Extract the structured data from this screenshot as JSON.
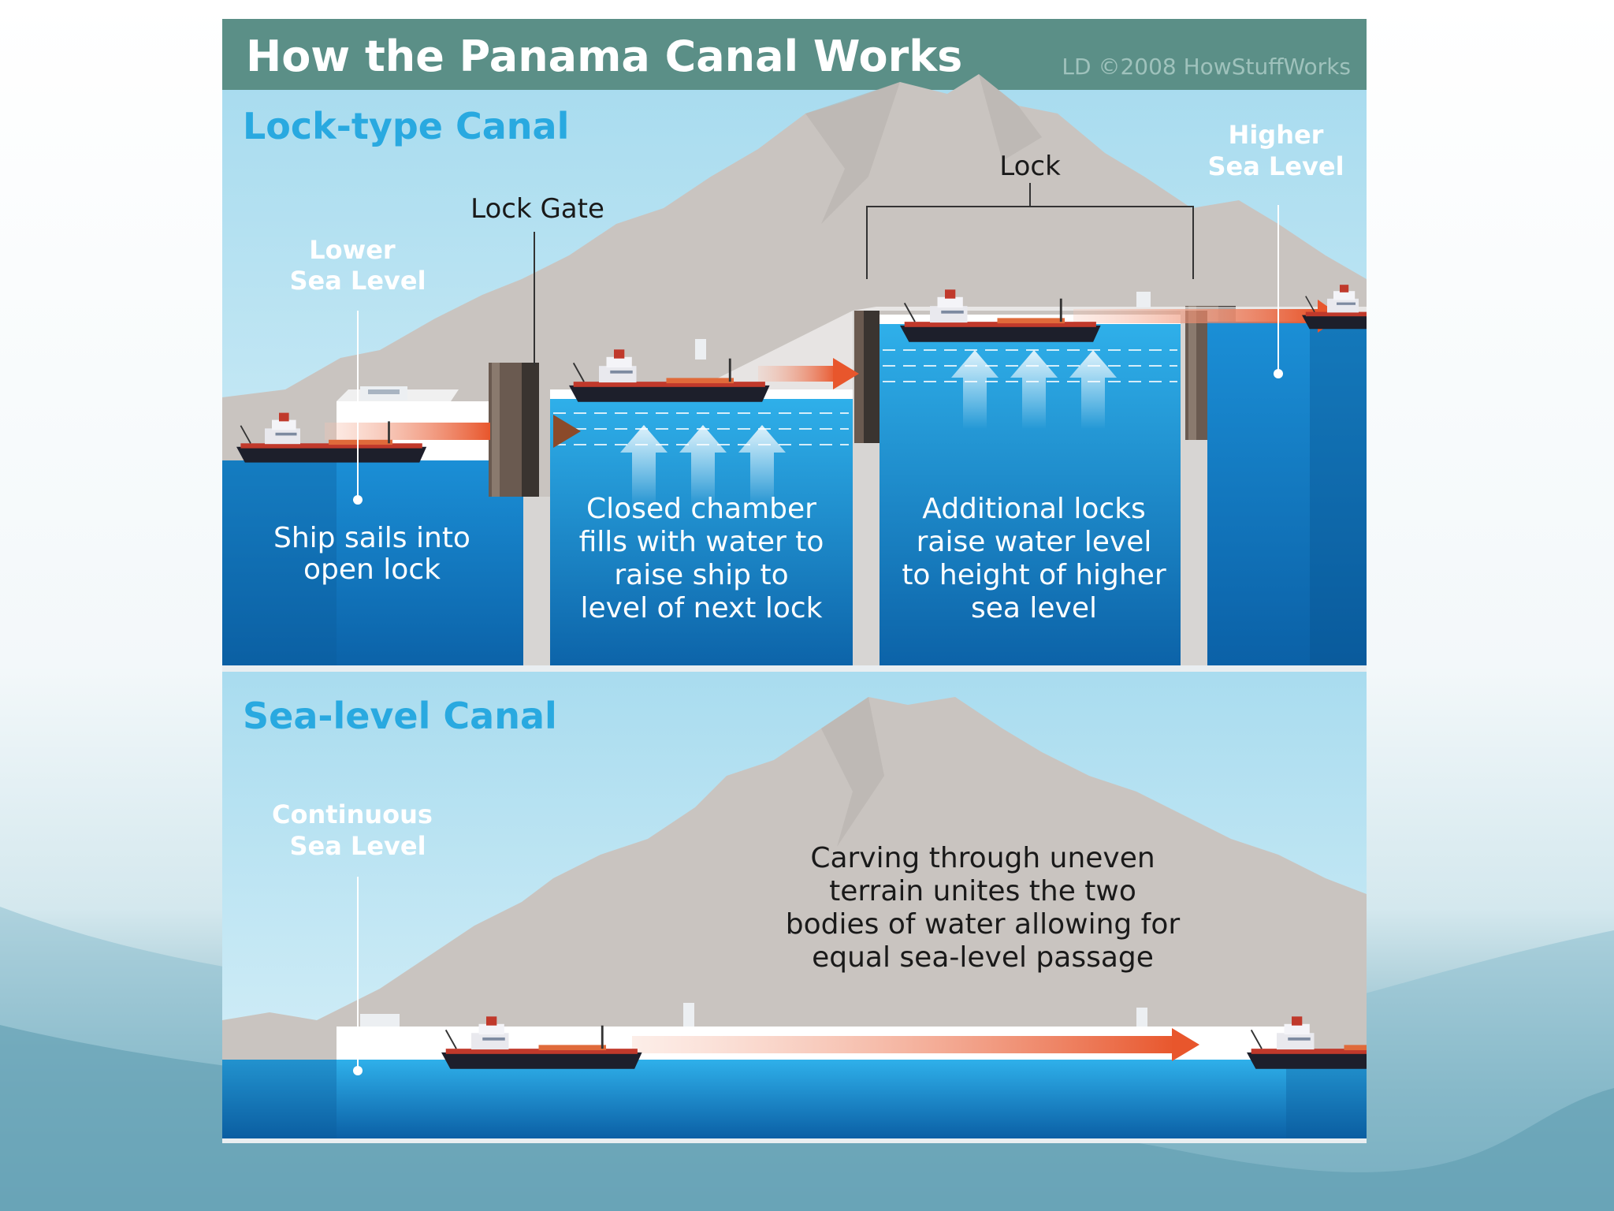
{
  "header": {
    "title": "How the Panama Canal Works",
    "credit": "LD ©2008 HowStuffWorks"
  },
  "lock_canal": {
    "heading": "Lock-type Canal",
    "lower_sea_level": [
      "Lower",
      "Sea Level"
    ],
    "higher_sea_level": [
      "Higher",
      "Sea Level"
    ],
    "lock_gate_label": "Lock Gate",
    "lock_label": "Lock",
    "step1": [
      "Ship sails into",
      "open lock"
    ],
    "step2": [
      "Closed chamber",
      "fills with water to",
      "raise ship to",
      "level of next lock"
    ],
    "step3": [
      "Additional locks",
      "raise water level",
      "to height of higher",
      "sea level"
    ]
  },
  "sea_canal": {
    "heading": "Sea-level Canal",
    "continuous_sea_level": [
      "Continuous",
      "Sea Level"
    ],
    "description": [
      "Carving through uneven",
      "terrain unites the two",
      "bodies of water allowing for",
      "equal sea-level passage"
    ]
  },
  "colors": {
    "header_bg": "#5b8f87",
    "sky": "#bfe3f0",
    "mountain": "#c9c4c0",
    "water_deep": "#0a64a8",
    "water_light": "#1a8ad0",
    "arrow": "#e8623a",
    "heading_blue": "#29a9e0"
  }
}
